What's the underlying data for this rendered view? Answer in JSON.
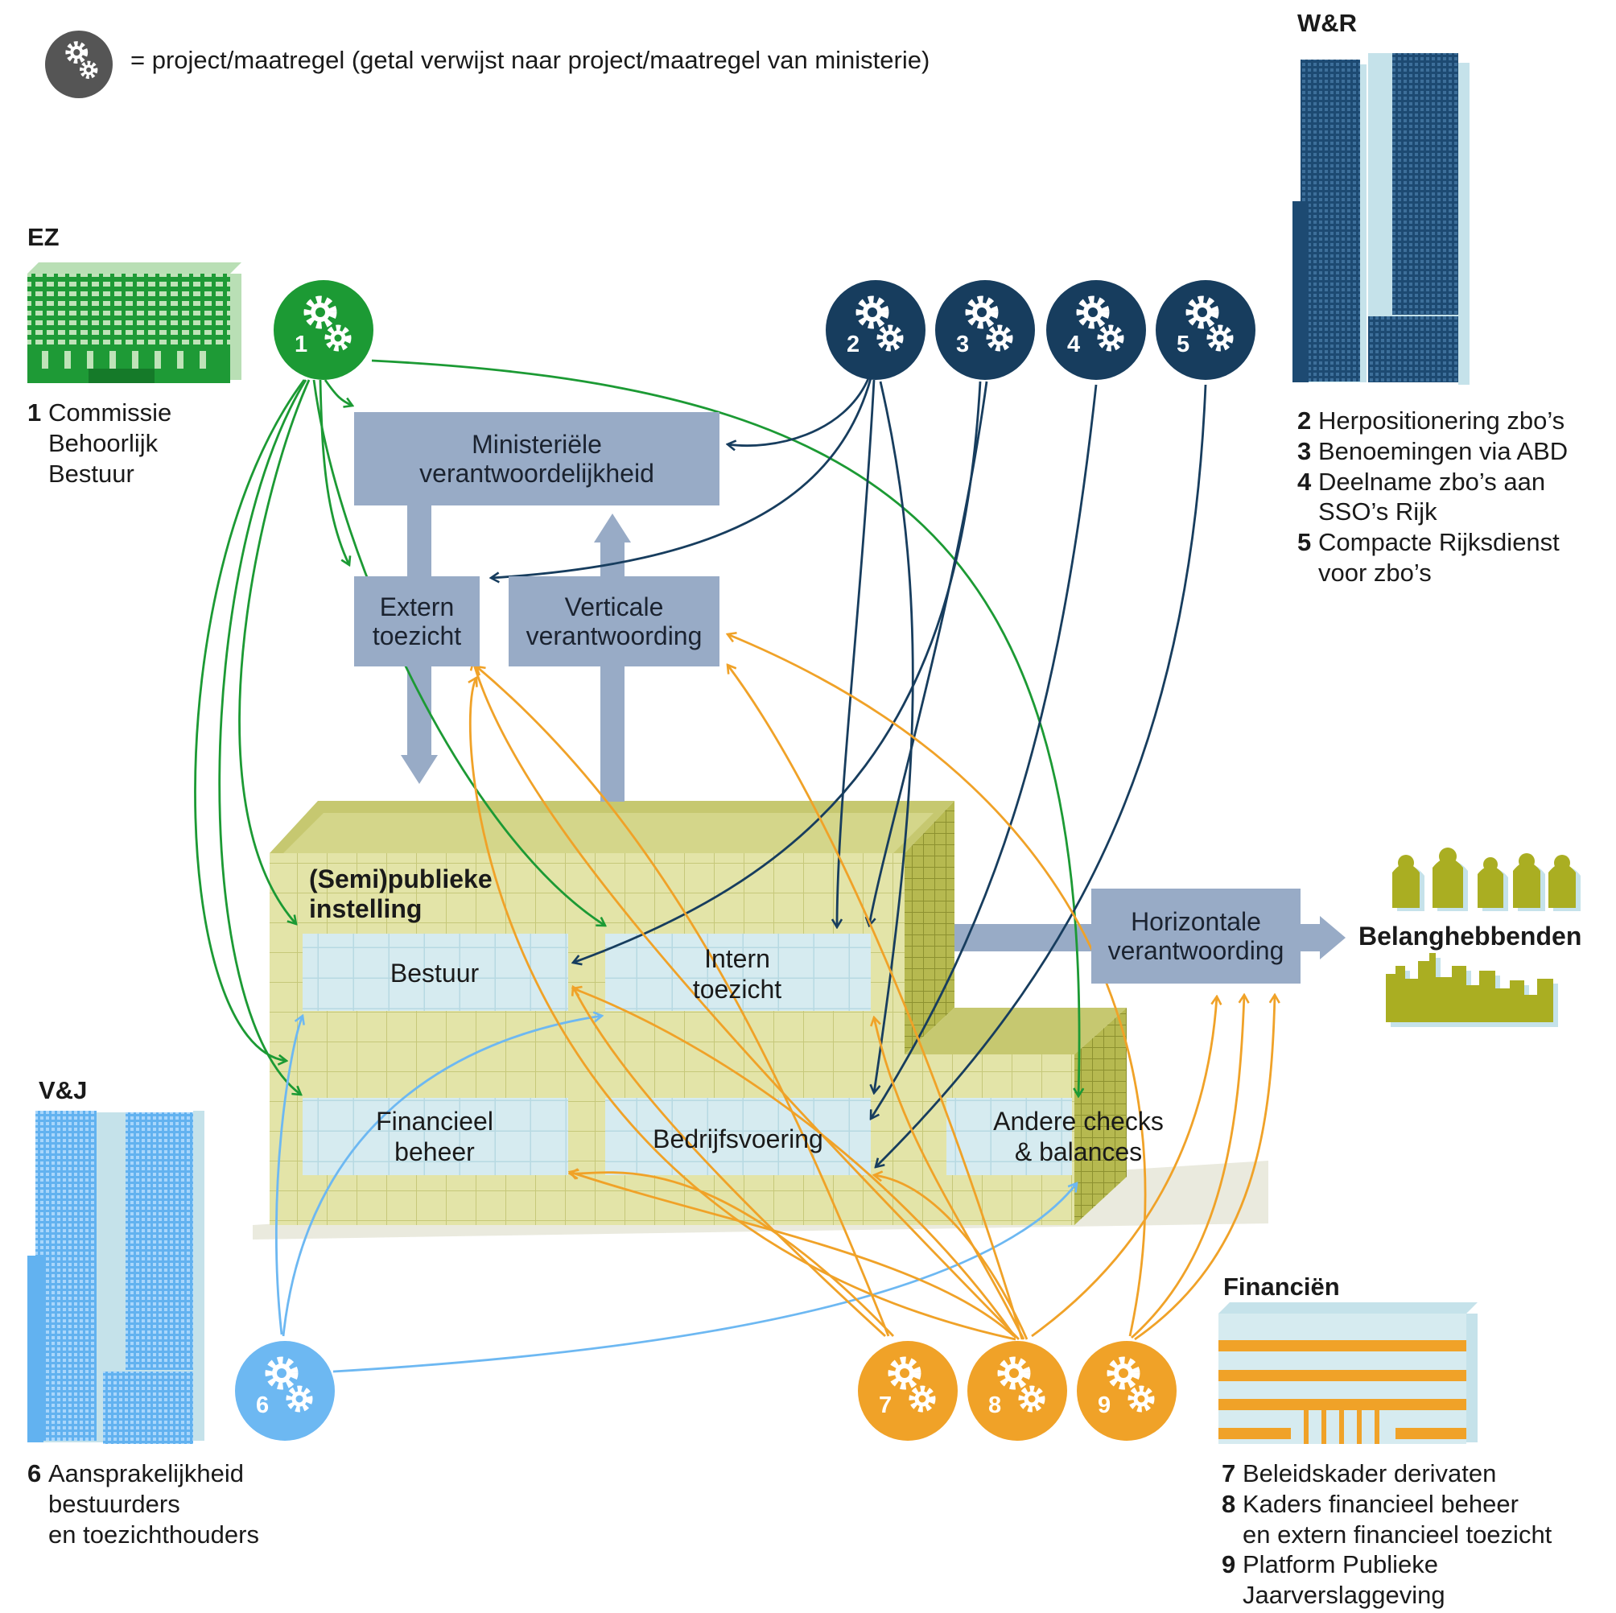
{
  "legend": {
    "text": "= project/maatregel (getal verwijst naar project/maatregel van ministerie)",
    "icon": "gears-icon"
  },
  "ministries": [
    {
      "name": "EZ",
      "color": "#1c9a34",
      "items": [
        {
          "num": "1",
          "lines": [
            "Commissie",
            "Behoorlijk",
            "Bestuur"
          ]
        }
      ]
    },
    {
      "name": "W&R",
      "color": "#173d5e",
      "items": [
        {
          "num": "2",
          "lines": [
            "Herpositionering zbo’s"
          ]
        },
        {
          "num": "3",
          "lines": [
            "Benoemingen via ABD"
          ]
        },
        {
          "num": "4",
          "lines": [
            "Deelname zbo’s aan",
            "SSO’s Rijk"
          ]
        },
        {
          "num": "5",
          "lines": [
            "Compacte Rijksdienst",
            "voor zbo’s"
          ]
        }
      ]
    },
    {
      "name": "V&J",
      "color": "#6db8f2",
      "items": [
        {
          "num": "6",
          "lines": [
            "Aansprakelijkheid",
            "bestuurders",
            "en toezichthouders"
          ]
        }
      ]
    },
    {
      "name": "Financiën",
      "color": "#f0a228",
      "items": [
        {
          "num": "7",
          "lines": [
            "Beleidskader derivaten"
          ]
        },
        {
          "num": "8",
          "lines": [
            "Kaders financieel beheer",
            "en extern financieel toezicht"
          ]
        },
        {
          "num": "9",
          "lines": [
            "Platform Publieke",
            "Jaarverslaggeving"
          ]
        }
      ]
    }
  ],
  "nodes": {
    "ministeriele": [
      "Ministeriële",
      "verantwoordelijkheid"
    ],
    "extern_toezicht": [
      "Extern",
      "toezicht"
    ],
    "verticale": [
      "Verticale",
      "verantwoording"
    ],
    "horizontale": [
      "Horizontale",
      "verantwoording"
    ],
    "belanghebbenden": "Belanghebbenden",
    "instelling": [
      "(Semi)publieke",
      "instelling"
    ],
    "bestuur": "Bestuur",
    "intern_toezicht": [
      "Intern",
      "toezicht"
    ],
    "financieel_beheer": [
      "Financieel",
      "beheer"
    ],
    "bedrijfsvoering": "Bedrijfsvoering",
    "andere_checks": [
      "Andere checks",
      "& balances"
    ]
  },
  "colors": {
    "box": "#98abc6",
    "building": "#e3e4a8",
    "building_dark": "#aaae44",
    "window": "#d6ebf0",
    "stakeholder": "#aaae22"
  }
}
